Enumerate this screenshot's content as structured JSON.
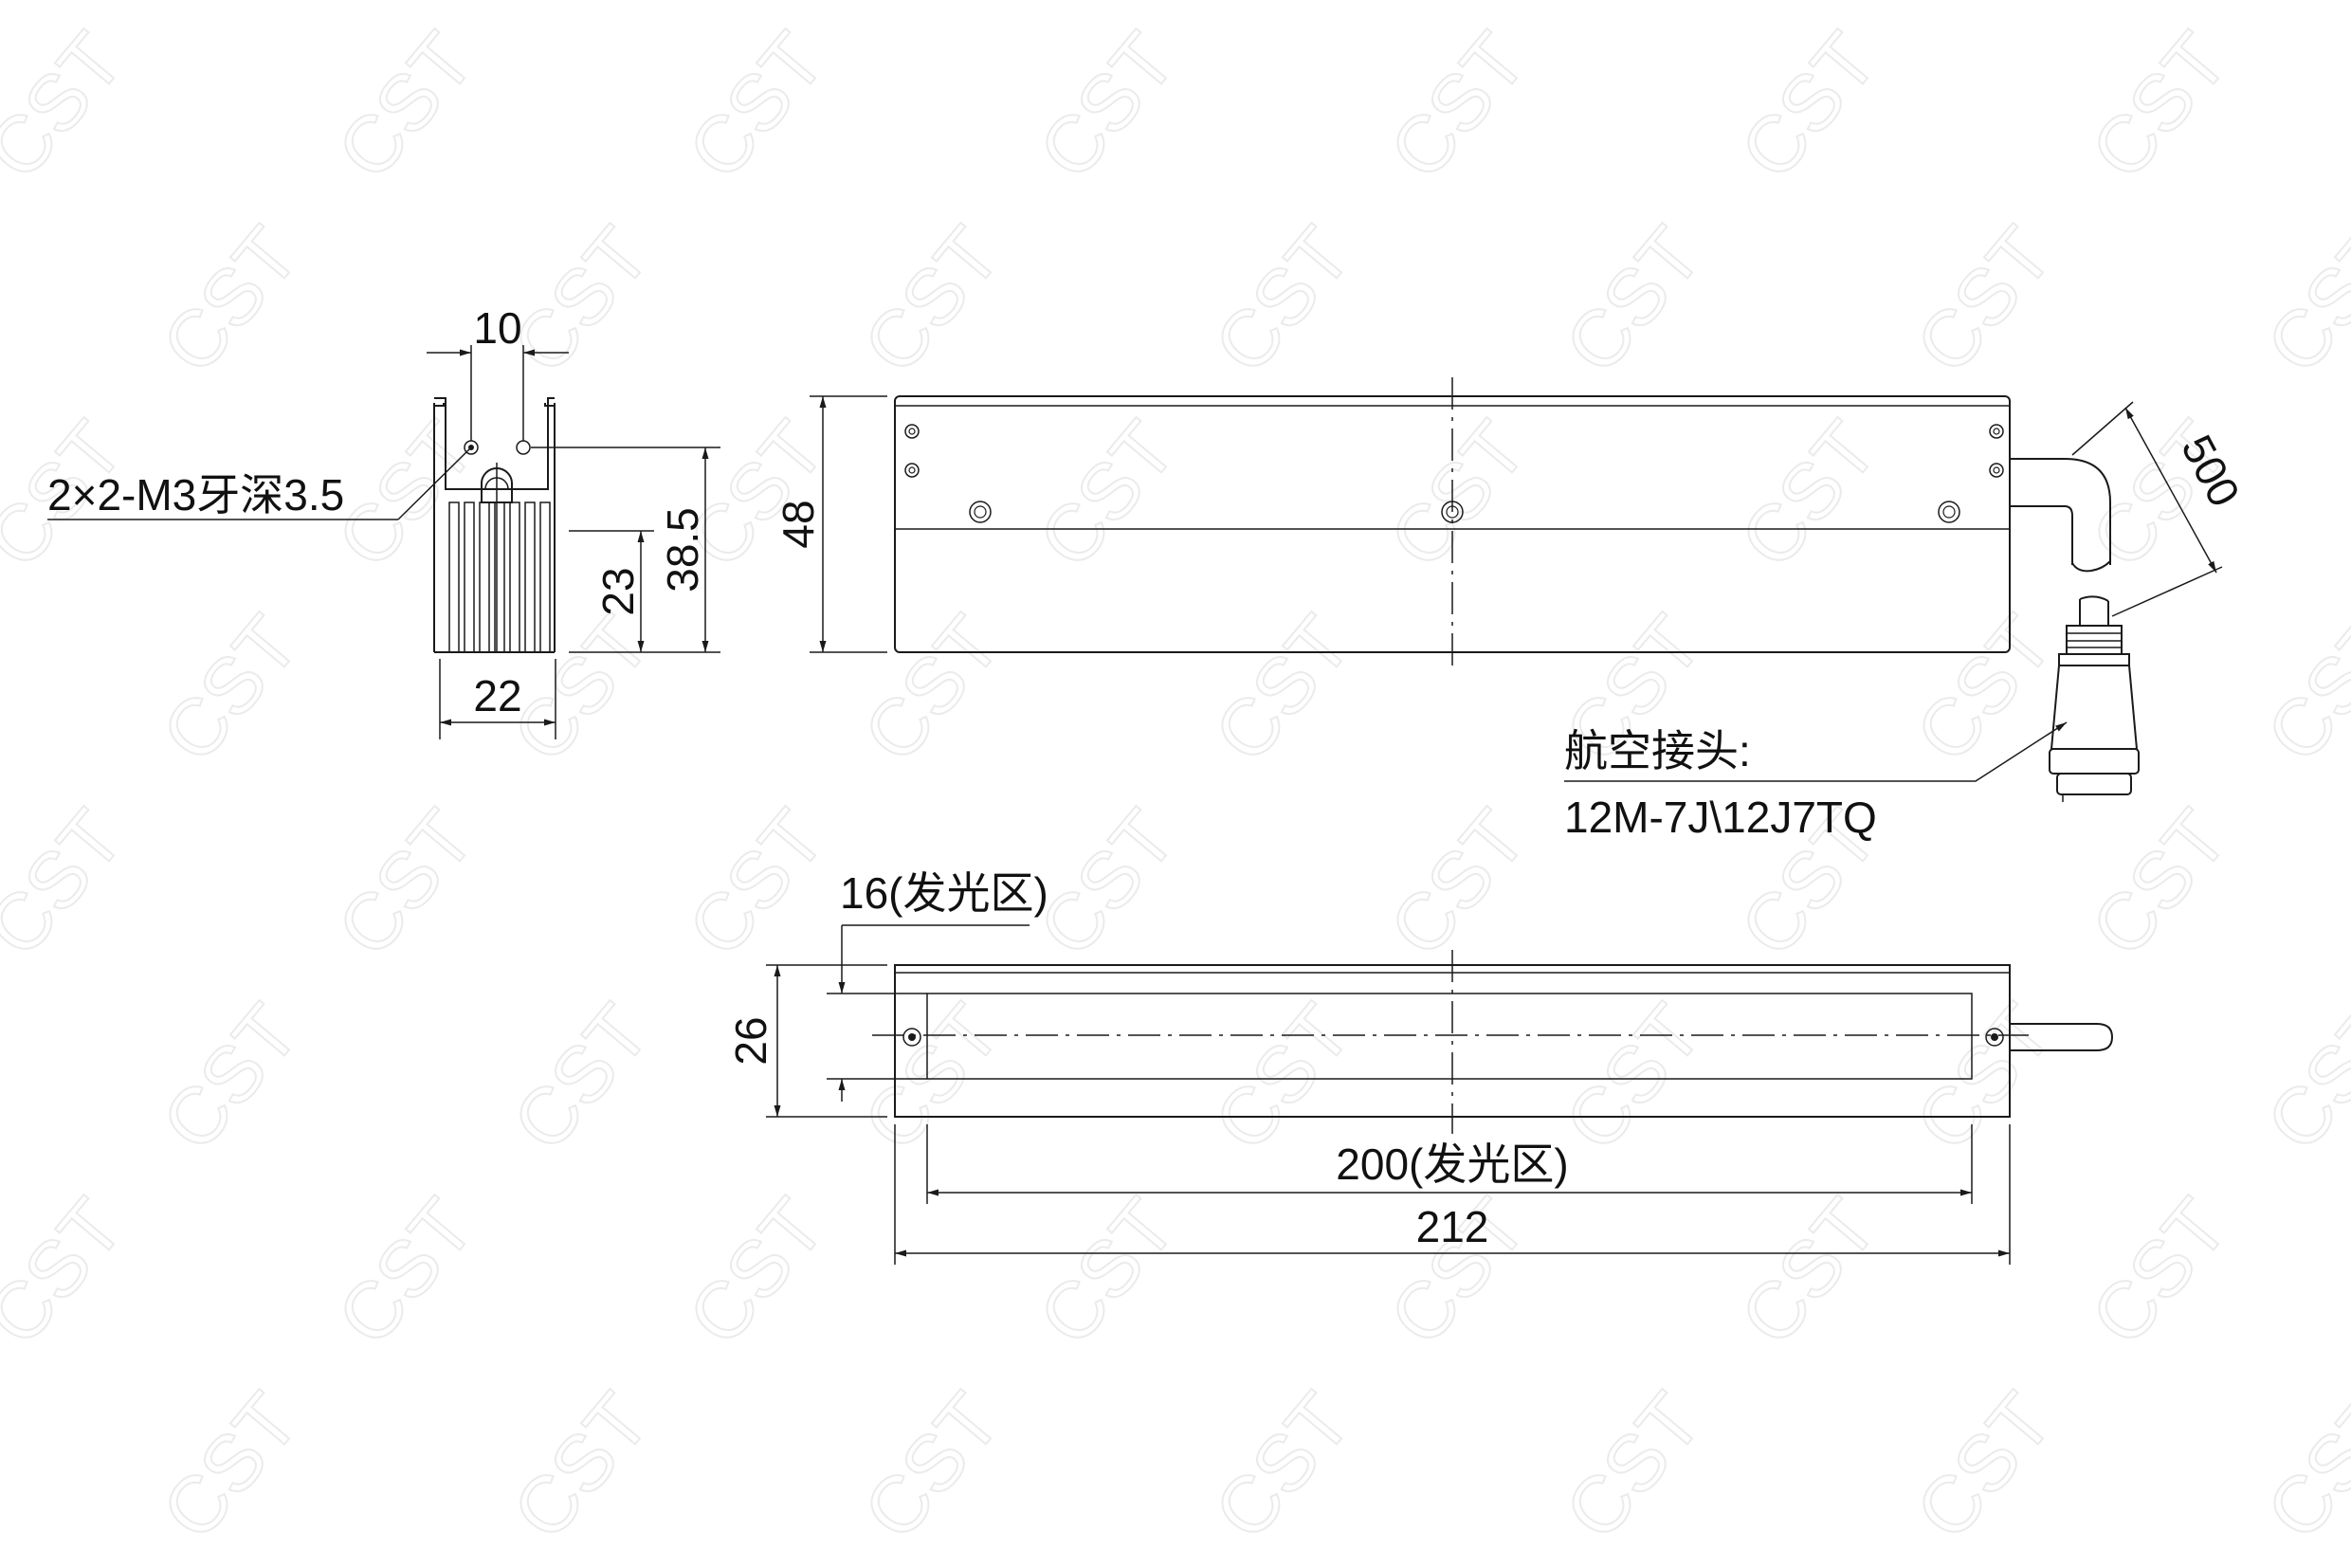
{
  "watermark": "CST",
  "labels": {
    "width_10": "10",
    "thread_note": "2×2-M3牙深3.5",
    "height_48": "48",
    "height_38_5": "38.5",
    "height_23": "23",
    "width_22": "22",
    "cable_500": "500",
    "connector_title": "航空接头:",
    "connector_model": "12M-7J\\12J7TQ",
    "emit_16": "16(发光区)",
    "height_26": "26",
    "emit_200": "200(发光区)",
    "length_212": "212"
  }
}
